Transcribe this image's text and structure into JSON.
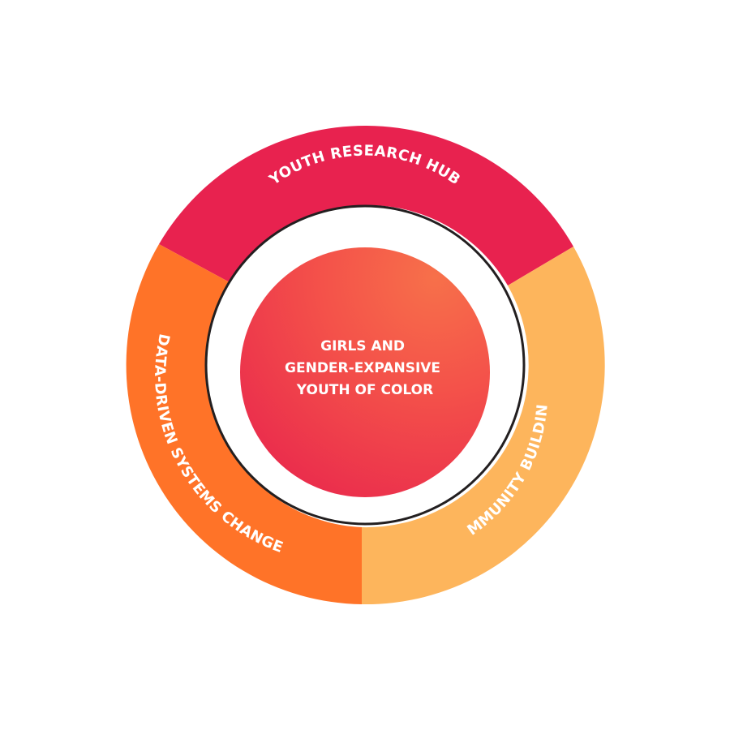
{
  "diagram": {
    "segments": [
      {
        "label": "YOUTH RESEARCH HUB",
        "color": "#e8224f"
      },
      {
        "label": "COMMUNITY BUILDING",
        "color": "#fdb55c"
      },
      {
        "label": "DATA-DRIVEN SYSTEMS CHANGE",
        "color": "#ff7328"
      }
    ],
    "center": {
      "lines": [
        "GIRLS AND",
        "GENDER-EXPANSIVE",
        "YOUTH OF COLOR"
      ],
      "gradient_colors": [
        "#f7704a",
        "#f4524a",
        "#ea2c4c"
      ]
    },
    "separator_color": "#231f20"
  }
}
